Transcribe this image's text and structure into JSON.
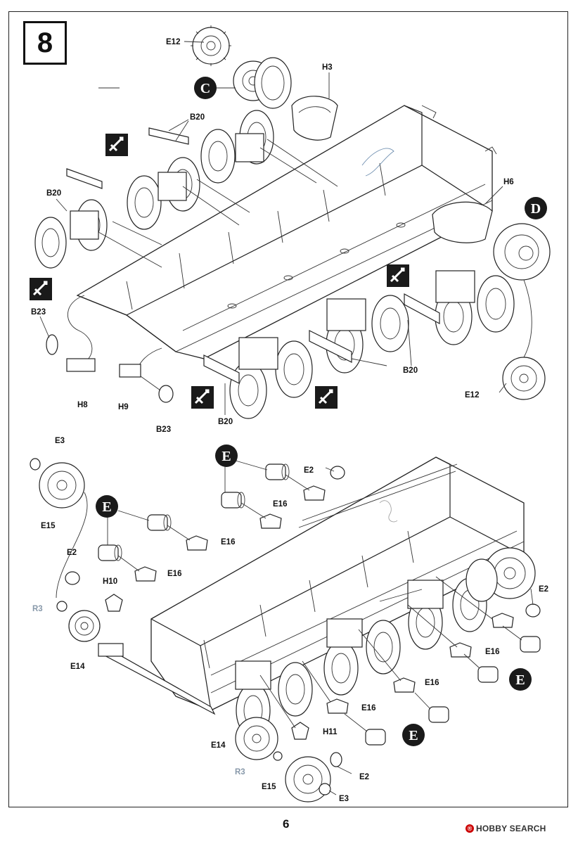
{
  "step": {
    "number": "8"
  },
  "page_number": "6",
  "watermark": {
    "text": "HOBBY SEARCH"
  },
  "callouts": [
    "C",
    "D",
    "E",
    "E",
    "E"
  ],
  "labels": {
    "e12_top": "E12",
    "h3": "H3",
    "b20_top": "B20",
    "b20_left": "B20",
    "h6": "H6",
    "b23_left": "B23",
    "h8": "H8",
    "h9": "H9",
    "b23_bottom": "B23",
    "b20_bottom": "B20",
    "b20_right": "B20",
    "e12_right": "E12",
    "e3_top": "E3",
    "e15_top": "E15",
    "e2_top": "E2",
    "e16_a": "E16",
    "e16_b": "E16",
    "e16_c": "E16",
    "e2_left": "E2",
    "h10": "H10",
    "r3_left": "R3",
    "e14_left": "E14",
    "e2_right": "E2",
    "e16_r1": "E16",
    "e16_r2": "E16",
    "e16_r3": "E16",
    "h11": "H11",
    "e14_bottom": "E14",
    "r3_bottom": "R3",
    "e2_bottom": "E2",
    "e15_bottom": "E15",
    "e3_bottom": "E3"
  },
  "colors": {
    "ink": "#111111",
    "grey_label": "#8899aa",
    "watermark_red": "#cc0000"
  }
}
